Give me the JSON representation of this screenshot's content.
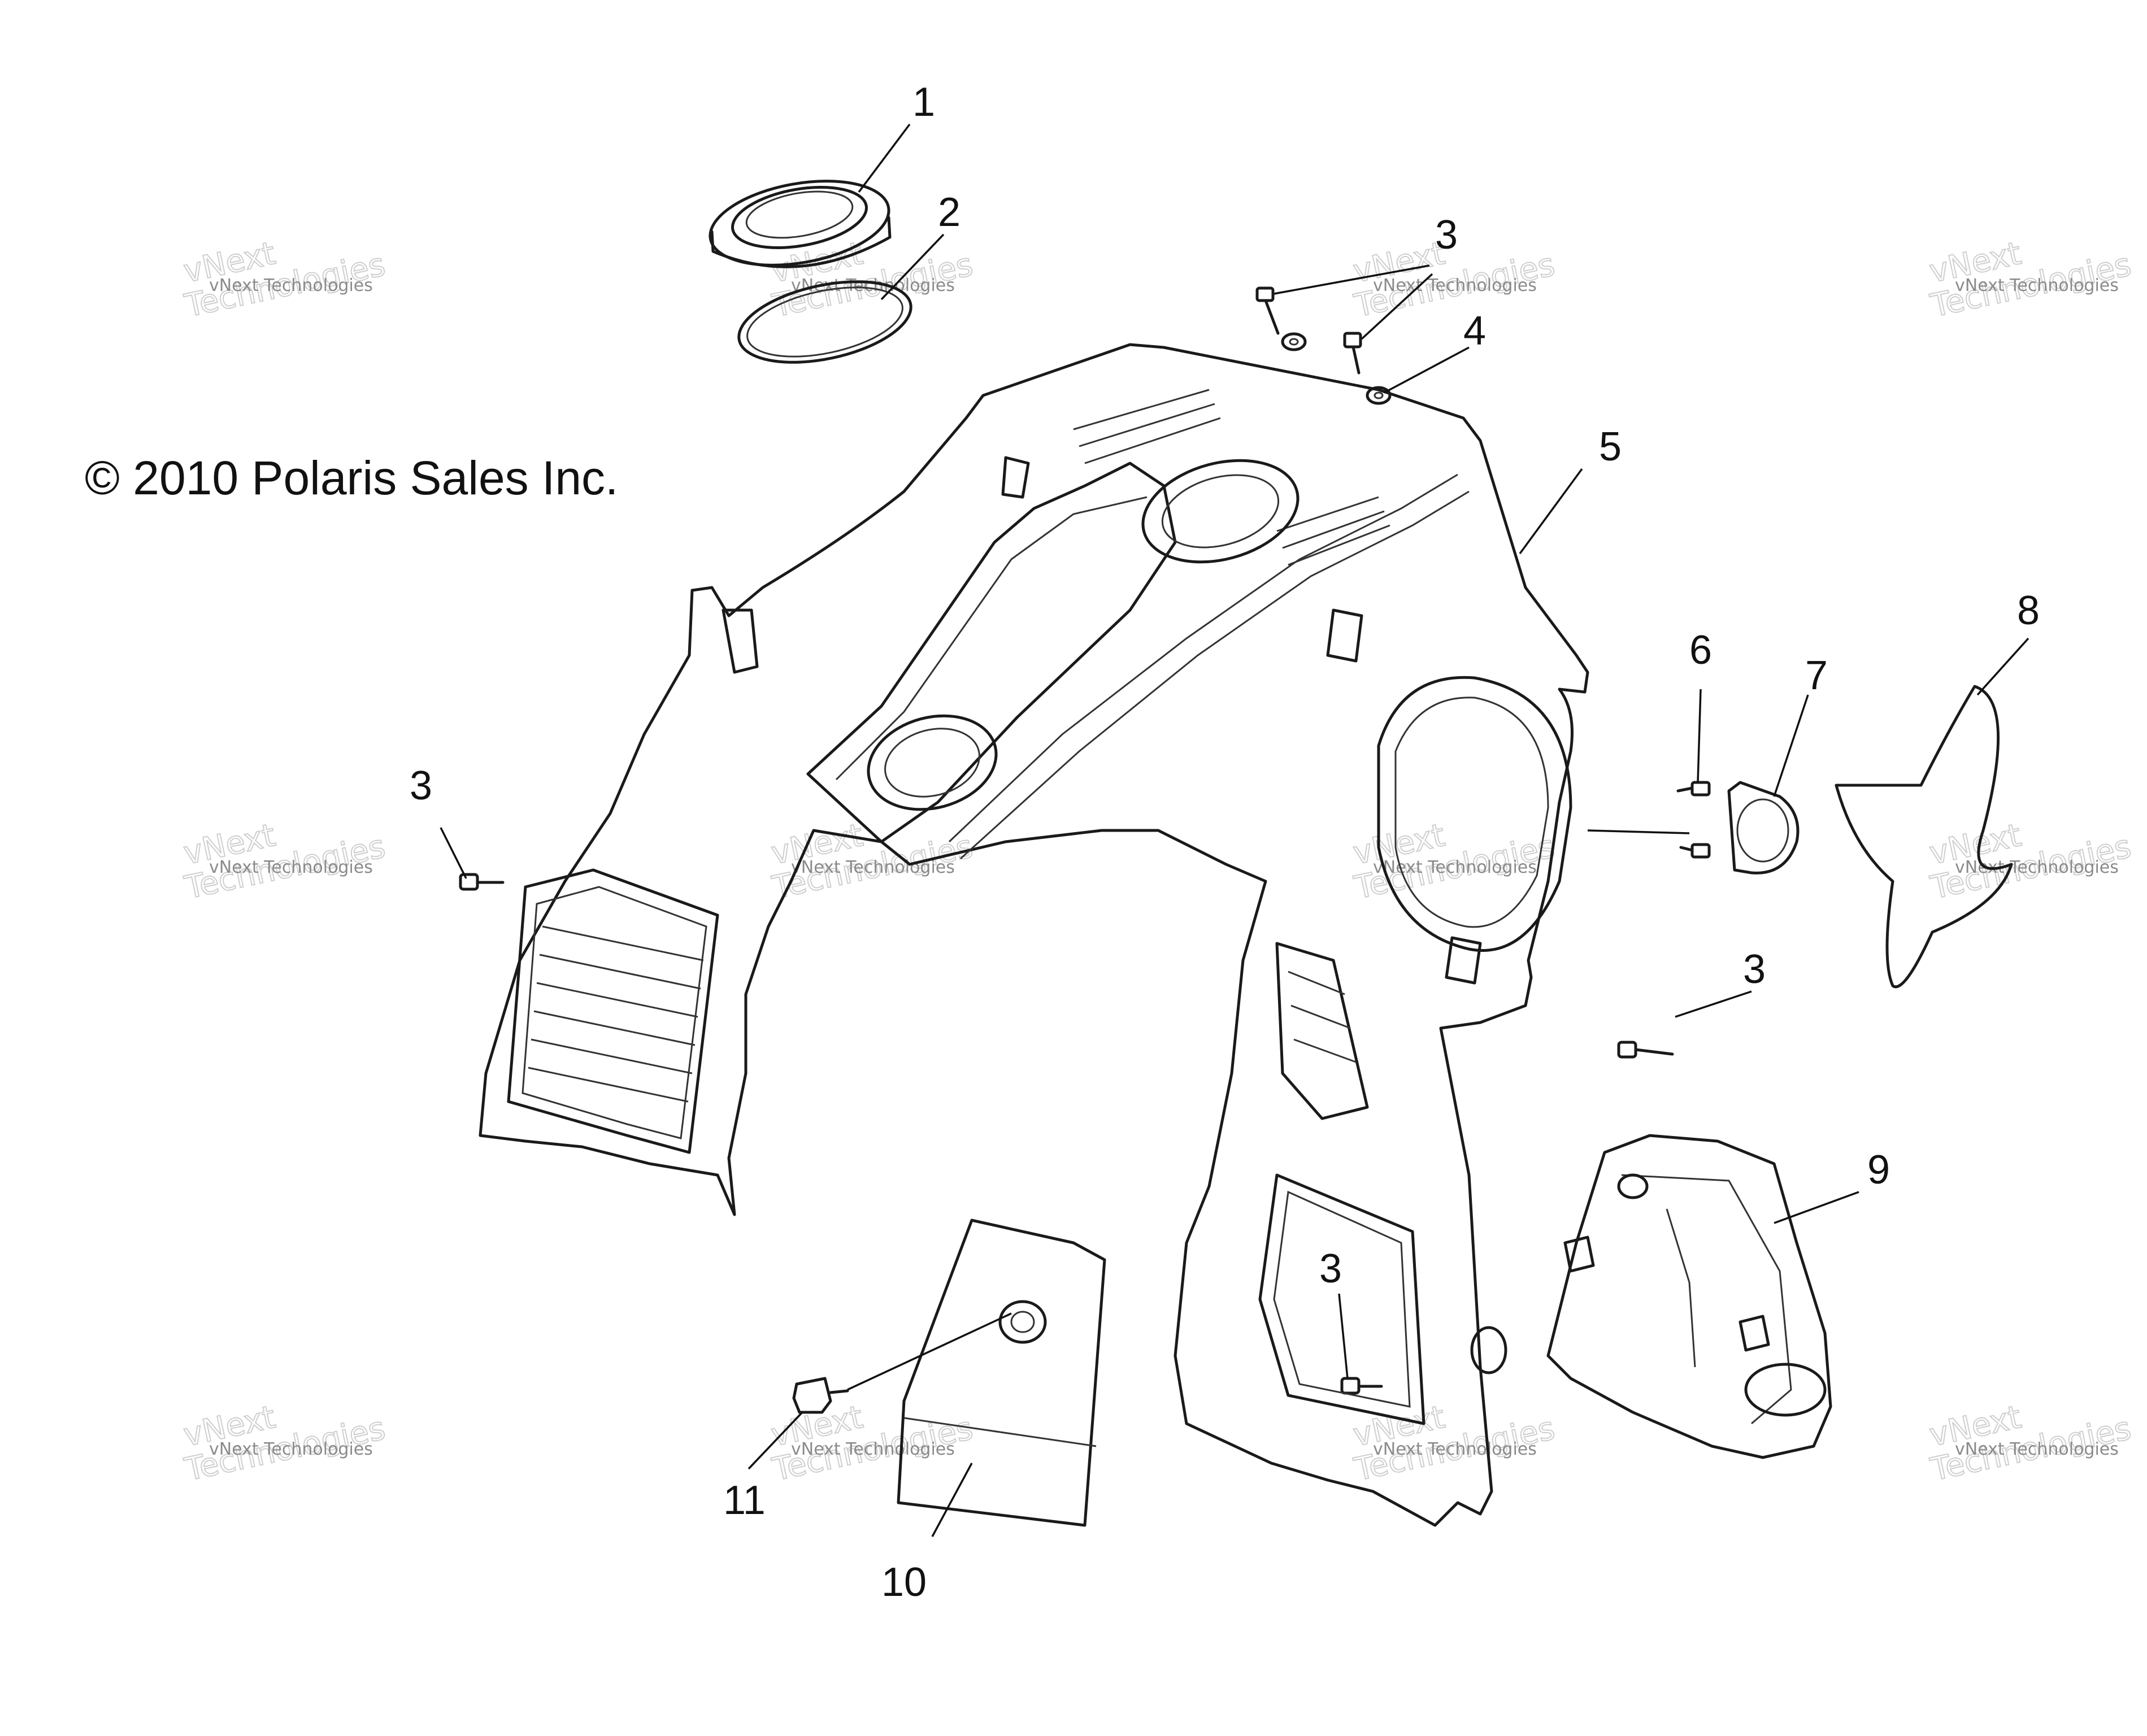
{
  "copyright": "© 2010 Polaris Sales Inc.",
  "watermark": {
    "line1": "vNext",
    "line2": "Technologies",
    "small": "vNext Technologies"
  },
  "callouts": [
    "1",
    "2",
    "3",
    "4",
    "5",
    "6",
    "7",
    "8",
    "9",
    "10",
    "11",
    "3",
    "3",
    "3"
  ]
}
